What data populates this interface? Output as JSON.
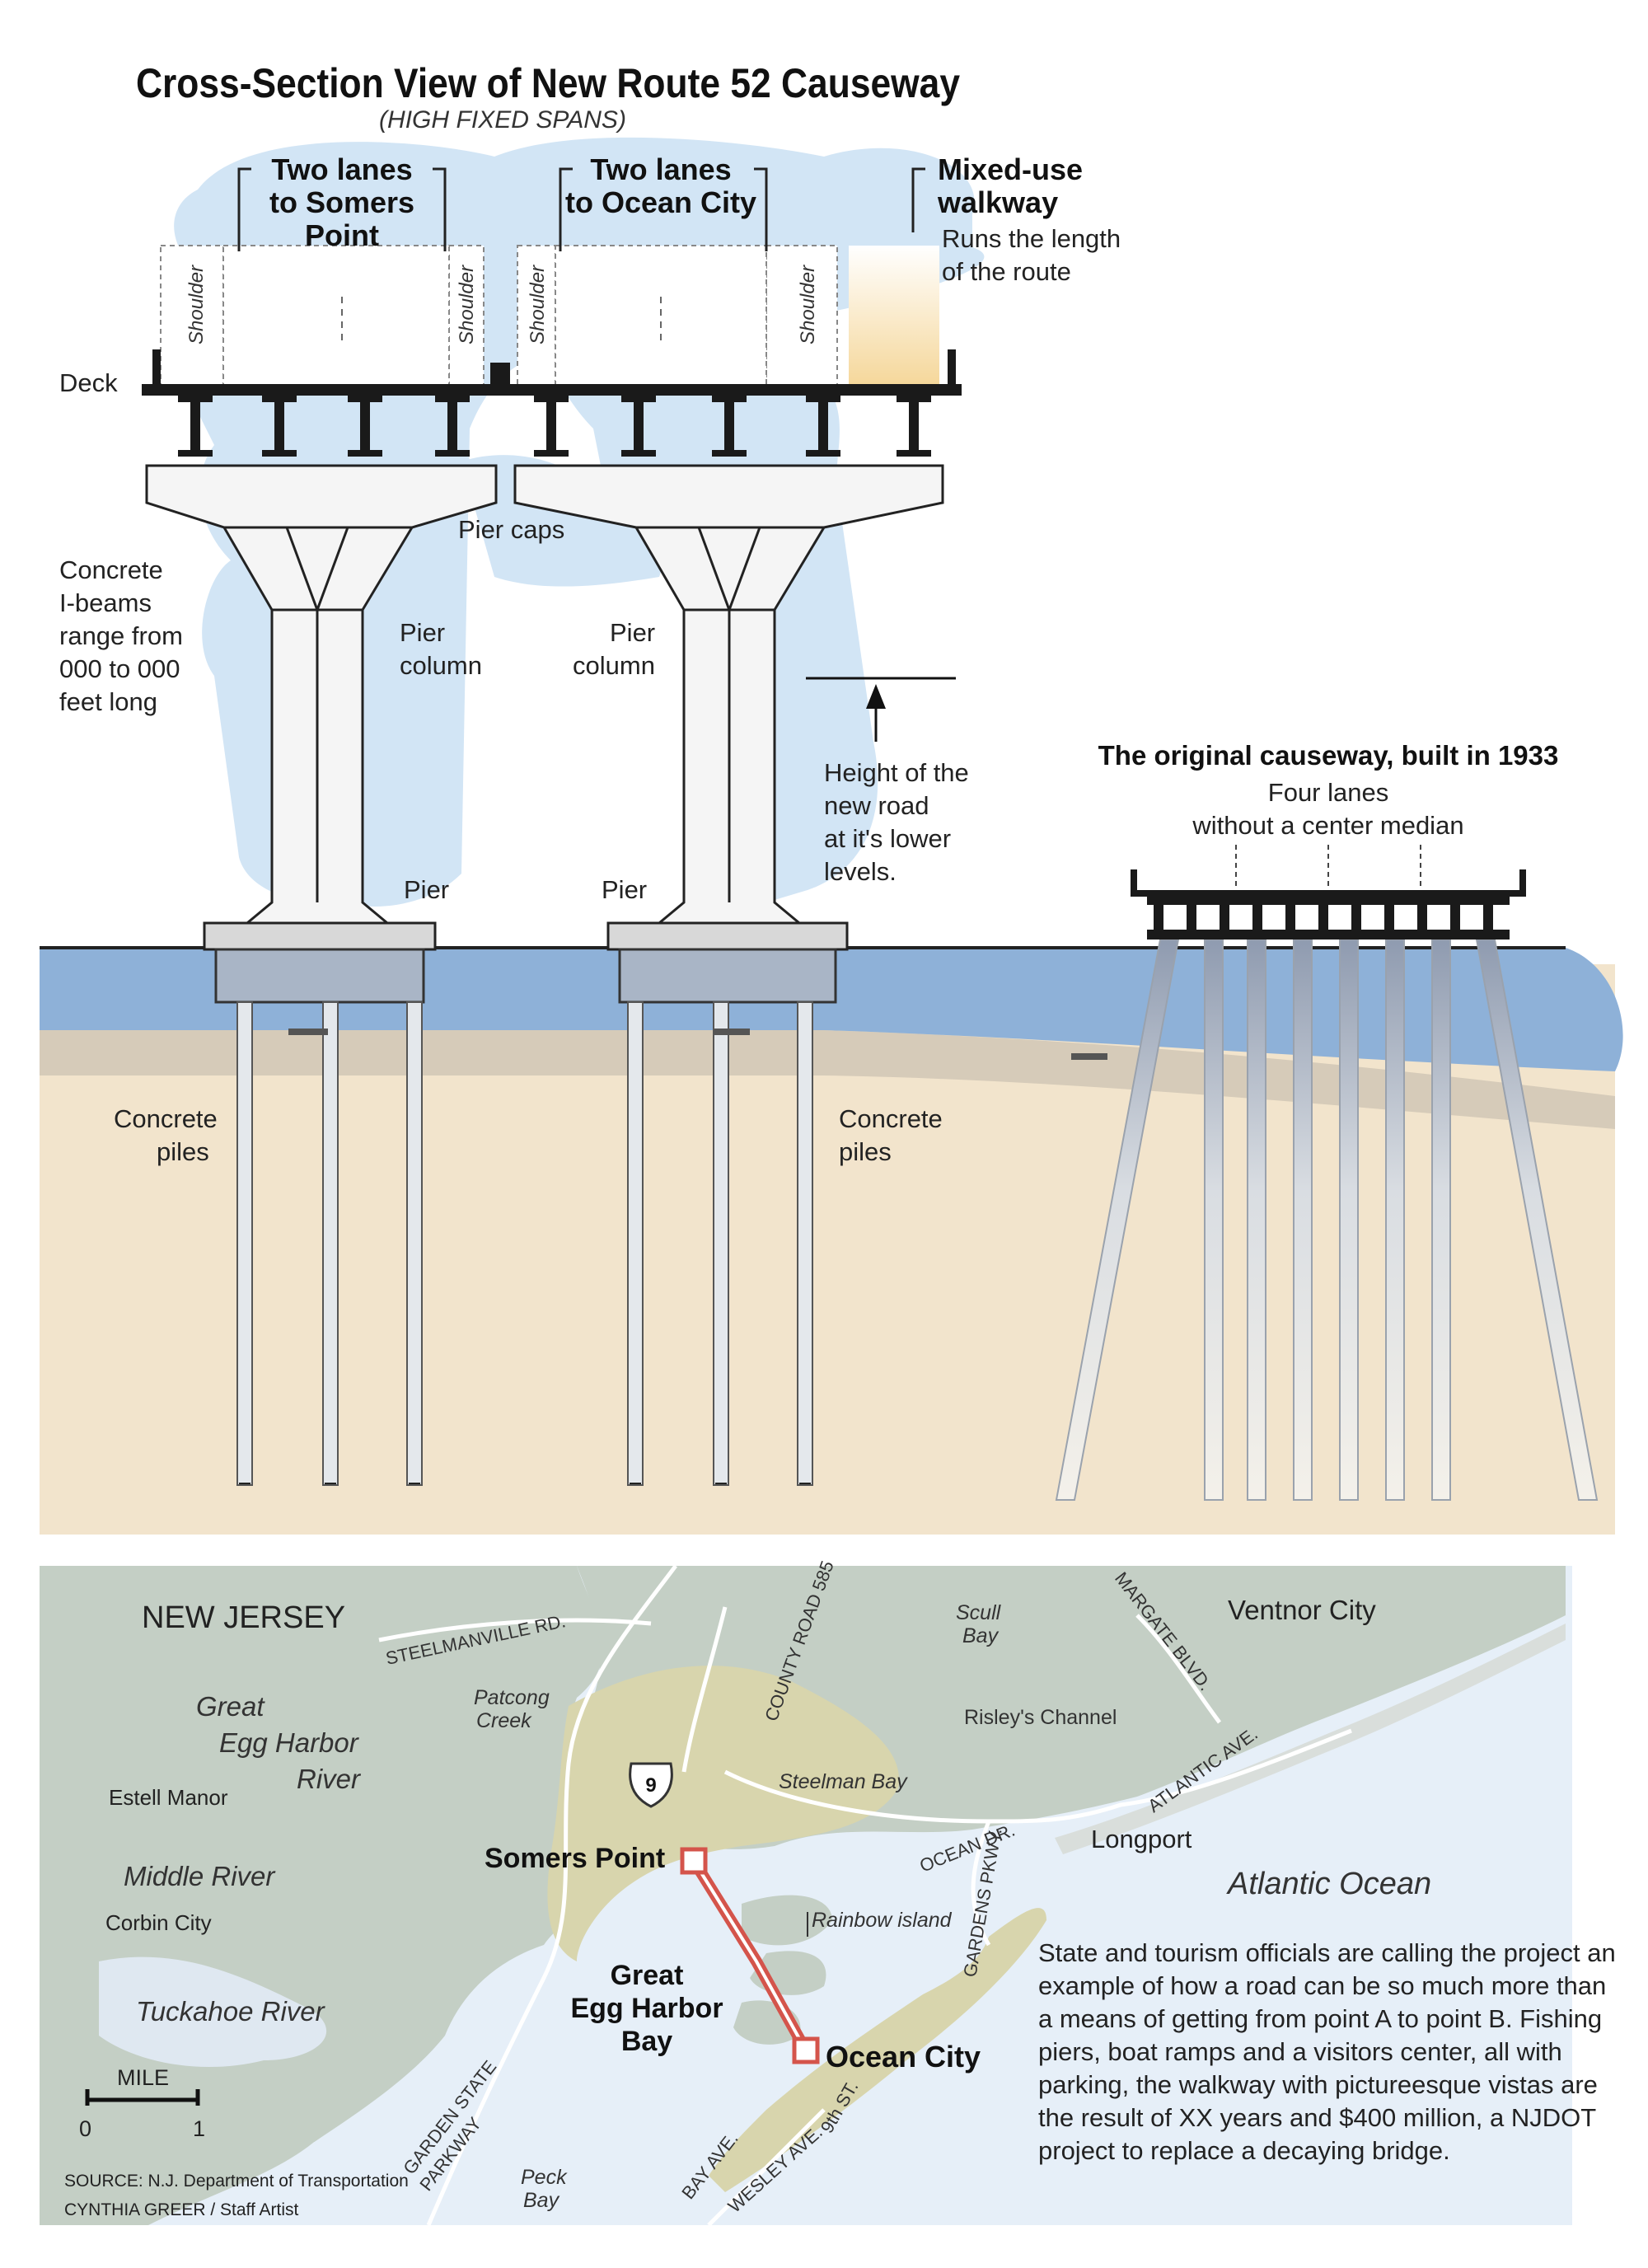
{
  "title": "Cross-Section View of New Route 52 Causeway",
  "subtitle": "(HIGH FIXED SPANS)",
  "labels": {
    "lanes_sp_1": "Two lanes",
    "lanes_sp_2": "to Somers",
    "lanes_sp_3": "Point",
    "lanes_oc_1": "Two lanes",
    "lanes_oc_2": "to Ocean City",
    "walk_1": "Mixed-use",
    "walk_2": "walkway",
    "walk_3": "Runs the length",
    "walk_4": "of the route",
    "shoulder": "Shoulder",
    "deck": "Deck",
    "ibeams_1": "Concrete",
    "ibeams_2": "I-beams",
    "ibeams_3": "range from",
    "ibeams_4": "000 to 000",
    "ibeams_5": "feet long",
    "pier_caps": "Pier caps",
    "pier_column_1": "Pier",
    "pier_column_2": "column",
    "pier": "Pier",
    "height_1": "Height of the",
    "height_2": "new road",
    "height_3": "at it's lower",
    "height_4": "levels.",
    "original_title": "The original causeway, built in 1933",
    "original_1": "Four lanes",
    "original_2": "without a center median",
    "piles_1": "Concrete",
    "piles_2": "piles"
  },
  "map": {
    "new_jersey": "NEW JERSEY",
    "steelmanville": "STEELMANVILLE RD.",
    "patcong_1": "Patcong",
    "patcong_2": "Creek",
    "county_road": "COUNTY ROAD 585",
    "scull_1": "Scull",
    "scull_2": "Bay",
    "margate": "MARGATE BLVD.",
    "ventnor": "Ventnor City",
    "geh_river_1": "Great",
    "geh_river_2": "Egg Harbor",
    "geh_river_3": "River",
    "estell": "Estell Manor",
    "route9": "9",
    "steelman_bay": "Steelman Bay",
    "risleys": "Risley's Channel",
    "atlantic_ave": "ATLANTIC AVE.",
    "longport": "Longport",
    "ocean_dr": "OCEAN DR.",
    "somers_point": "Somers Point",
    "middle_river": "Middle River",
    "corbin": "Corbin City",
    "rainbow": "Rainbow island",
    "gardens_pkwy": "GARDENS PKWY.",
    "atlantic_ocean": "Atlantic Ocean",
    "geh_bay_1": "Great",
    "geh_bay_2": "Egg Harbor",
    "geh_bay_3": "Bay",
    "ocean_city": "Ocean City",
    "tuckahoe": "Tuckahoe River",
    "ninth_st": "9th ST.",
    "mile": "MILE",
    "scale_0": "0",
    "scale_1": "1",
    "gsp_1": "GARDEN STATE",
    "gsp_2": "PARKWAY",
    "peck_1": "Peck",
    "peck_2": "Bay",
    "bay_ave": "BAY AVE.",
    "wesley_ave": "WESLEY AVE.",
    "source": "SOURCE: N.J. Department of Transportation",
    "credit": "CYNTHIA GREER / Staff Artist"
  },
  "description": [
    "State and tourism officials are calling the project an",
    "example of how a road can be so much more than",
    "a means of getting from point A to point B. Fishing",
    "piers, boat ramps and a visitors center, all with",
    "parking, the walkway with pictureesque vistas are",
    "the result of XX years and $400 million, a NJDOT",
    "project to replace a decaying bridge."
  ],
  "colors": {
    "sky_wash": "#cfe2f3",
    "water": "#8eb1d8",
    "sand": "#f2e4cc",
    "silt": "#d6cbb9",
    "map_land": "#c4cfc5",
    "map_water": "#e6eff8",
    "map_tan": "#d8d5ad",
    "route": "#d4544b"
  }
}
